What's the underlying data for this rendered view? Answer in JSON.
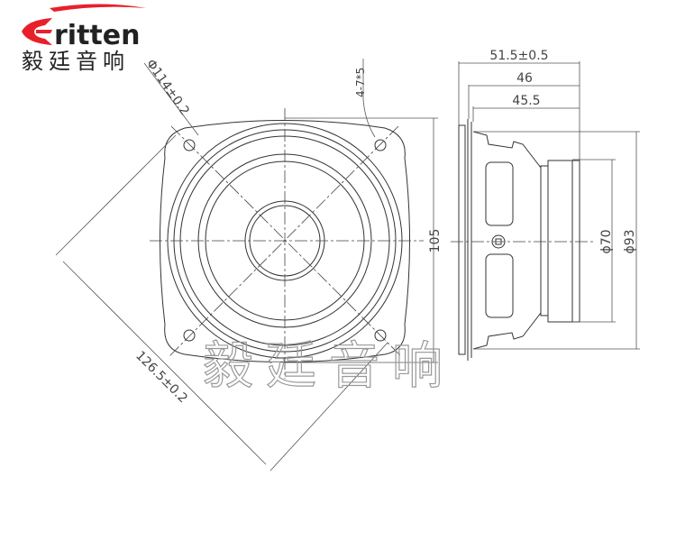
{
  "logo": {
    "brand": "ritten",
    "brand_initial": "E",
    "chinese_name": "毅廷音响",
    "accent_color": "#e8202a"
  },
  "watermark": "毅廷音响",
  "front_view": {
    "hole_diameter_label": "Φ114±0.2",
    "mounting_holes_label": "4-7*5",
    "height_label": "105",
    "diagonal_label": "126.5±0.2"
  },
  "side_view": {
    "total_depth_label": "51.5±0.5",
    "depth_46_label": "46",
    "depth_45_5_label": "45.5",
    "magnet_diameter_label": "ϕ70",
    "basket_diameter_label": "ϕ93"
  }
}
